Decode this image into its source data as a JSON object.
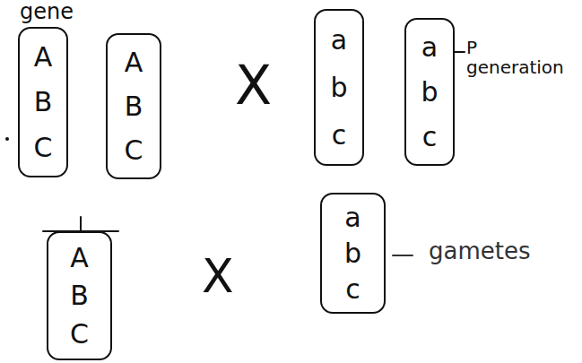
{
  "diagram": {
    "nodes": [
      {
        "text": [
          "A",
          "B",
          "C"
        ]
      },
      {
        "text": [
          "A",
          "B",
          "C"
        ]
      },
      {
        "text": [
          "a",
          "b",
          "c"
        ]
      },
      {
        "text": [
          "a",
          "b",
          "c"
        ]
      },
      {
        "text": [
          "A",
          "B",
          "C"
        ]
      },
      {
        "text": [
          "a",
          "b",
          "c"
        ]
      }
    ],
    "labels": [
      "gene",
      "X",
      "P generation",
      "X",
      "gametes"
    ]
  }
}
